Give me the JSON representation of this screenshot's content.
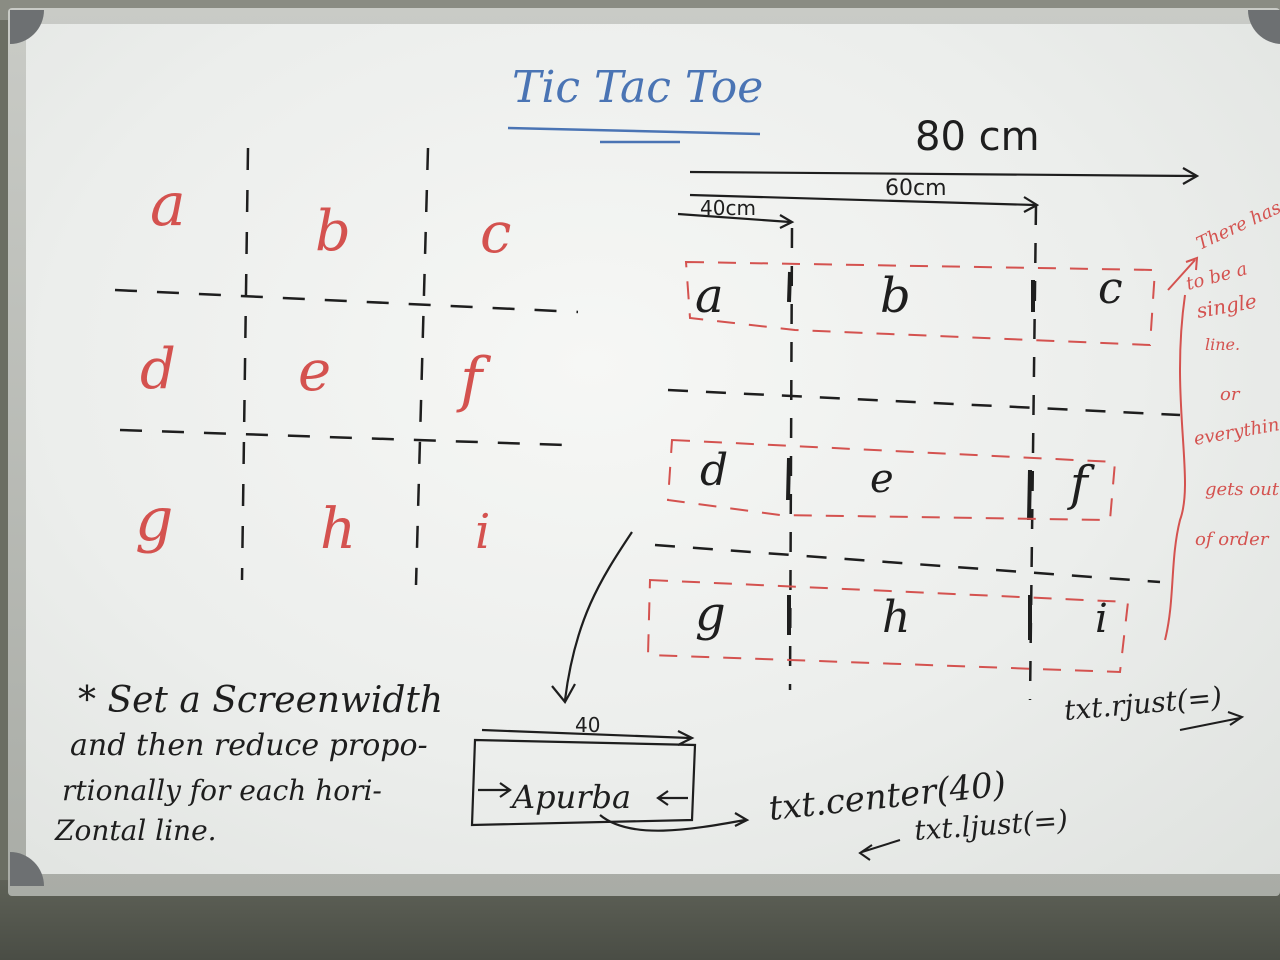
{
  "title": "Tic Tac Toe",
  "left_grid": {
    "letters": [
      "a",
      "b",
      "c",
      "d",
      "e",
      "f",
      "g",
      "h",
      "i"
    ]
  },
  "right_grid": {
    "letters": [
      "a",
      "b",
      "c",
      "d",
      "e",
      "f",
      "g",
      "h",
      "i"
    ]
  },
  "dimensions": {
    "total": "80 cm",
    "middle": "60cm",
    "first": "40cm"
  },
  "red_note": {
    "lines": [
      "There has",
      "to be a",
      "single",
      "line.",
      "or",
      "everything",
      "gets out",
      "of order"
    ]
  },
  "instruction": {
    "lines": [
      "* Set a Screenwidth",
      "and then reduce propo-",
      "rtionally for each hori-",
      "Zontal line."
    ]
  },
  "example_box": {
    "width_label": "40",
    "text": "Apurba"
  },
  "code_notes": {
    "rjust": "txt.rjust(=)",
    "center": "txt.center(40)",
    "ljust": "txt.ljust(=)"
  },
  "colors": {
    "red_marker": "#d4524f",
    "blue_marker": "#4a74b4",
    "black_marker": "#1e1e1e",
    "board": "#f1f2f0"
  }
}
